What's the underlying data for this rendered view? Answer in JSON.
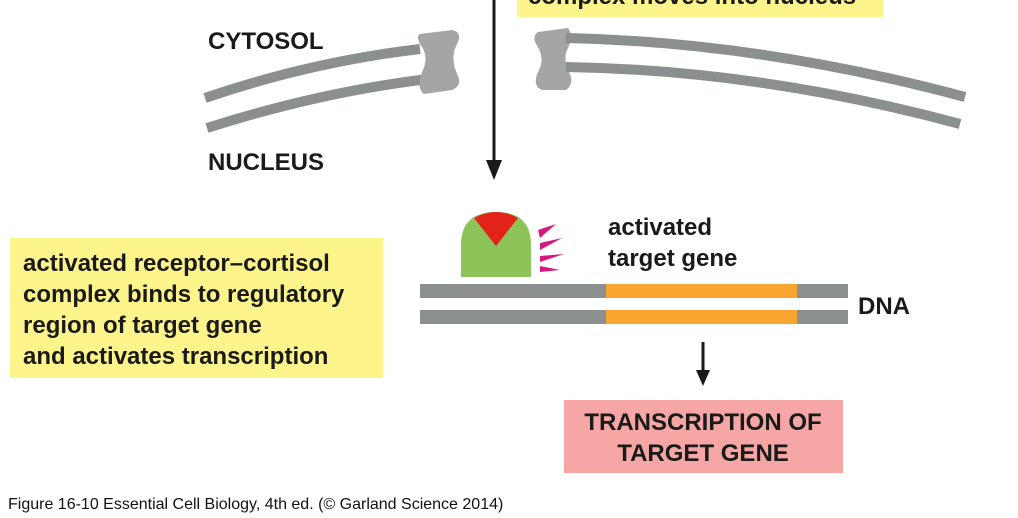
{
  "top_box": {
    "text": "complex moves into nucleus"
  },
  "labels": {
    "cytosol": "CYTOSOL",
    "nucleus": "NUCLEUS",
    "dna": "DNA"
  },
  "activated_gene_label": {
    "line1": "activated",
    "line2": "target gene"
  },
  "left_box": {
    "line1": "activated receptor–cortisol",
    "line2": "complex binds to regulatory",
    "line3": "region of target gene",
    "line4": "and activates transcription"
  },
  "transcription_box": {
    "line1": "TRANSCRIPTION OF",
    "line2": "TARGET GENE"
  },
  "caption": "Figure 16-10  Essential Cell Biology, 4th ed. (© Garland Science 2014)",
  "colors": {
    "membrane": "#8c8f8f",
    "pore": "#a4a6a6",
    "dna_strand": "#8c8f8f",
    "gene_region": "#f7a52f",
    "receptor": "#8dc45a",
    "cortisol": "#e2231a",
    "signal_rays": "#d6197e",
    "yellow_box": "#fdf48c",
    "pink_box": "#f6a7a5"
  }
}
